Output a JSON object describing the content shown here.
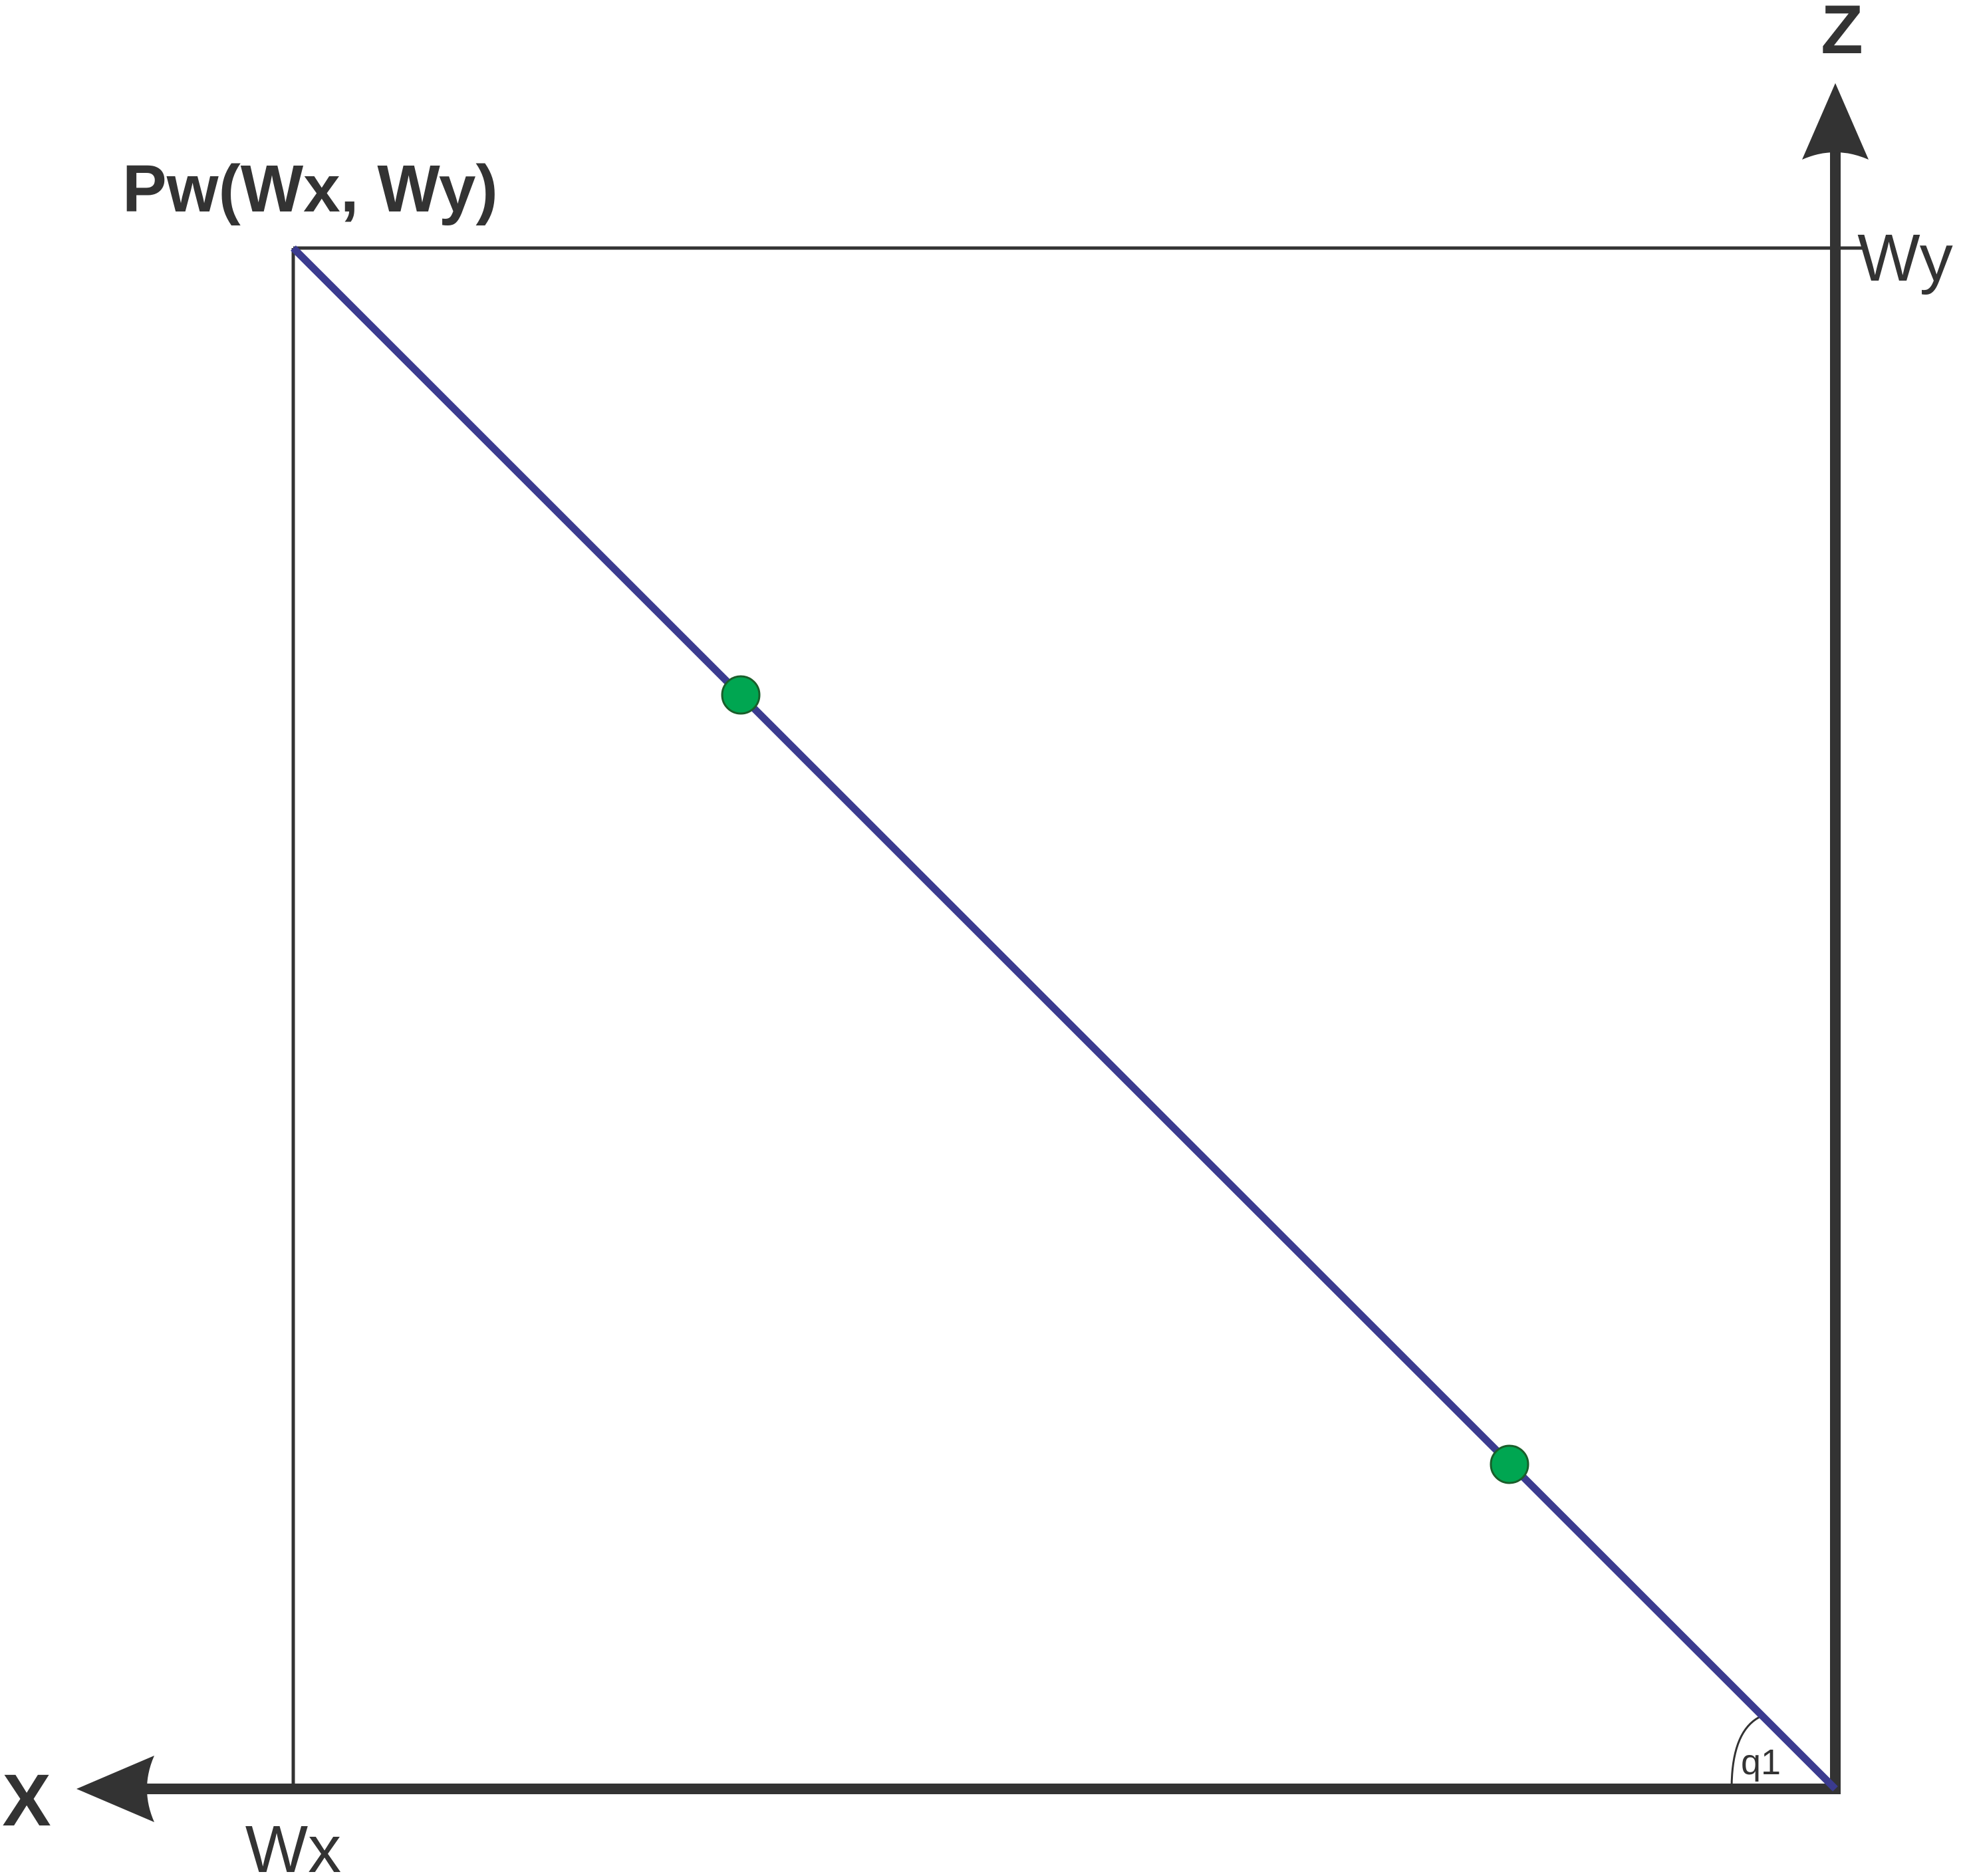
{
  "labels": {
    "z_axis": "Z",
    "x_axis": "X",
    "point": "Pw(Wx, Wy)",
    "wy": "Wy",
    "wx": "Wx",
    "angle": "q1"
  },
  "colors": {
    "axis": "#333333",
    "frame": "#333333",
    "link": "#3b3b8f",
    "joint": "#00a651",
    "joint_stroke": "#1a5e2a",
    "background": "#ffffff"
  }
}
